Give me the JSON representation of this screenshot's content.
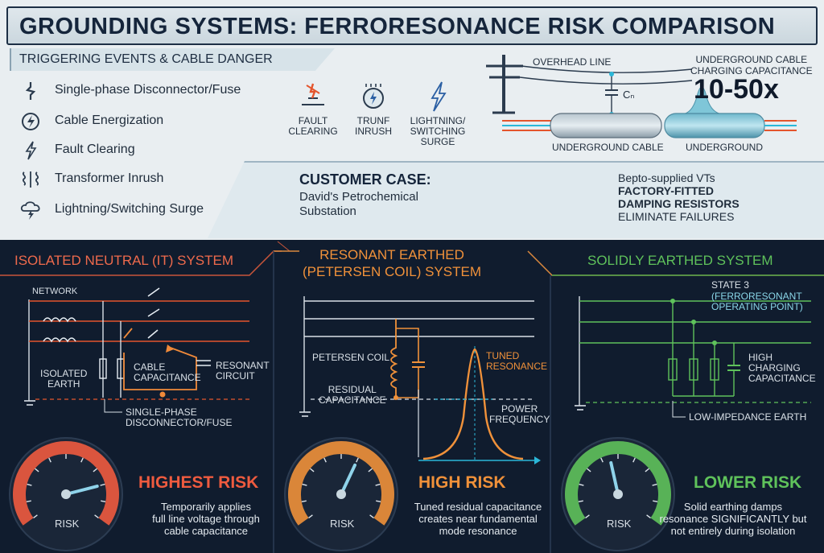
{
  "title": "GROUNDING SYSTEMS: FERRORESONANCE RISK COMPARISON",
  "triggers": {
    "heading": "TRIGGERING EVENTS & CABLE DANGER",
    "items": [
      {
        "label": "Single-phase Disconnector/Fuse",
        "icon": "fuse-icon"
      },
      {
        "label": "Cable Energization",
        "icon": "energize-icon"
      },
      {
        "label": "Fault Clearing",
        "icon": "bolt-icon"
      },
      {
        "label": "Transformer Inrush",
        "icon": "transformer-icon"
      },
      {
        "label": "Lightning/Switching Surge",
        "icon": "storm-icon"
      }
    ],
    "mini": {
      "fault": "FAULT\nCLEARING",
      "inrush": "TRUNF\nINRUSH",
      "surge": "LIGHTNING/\nSWITCHING\nSURGE"
    }
  },
  "cable": {
    "overhead": "OVERHEAD LINE",
    "cn": "Cₙ",
    "ug_cable": "UNDERGROUND CABLE",
    "underground": "UNDERGROUND",
    "charging": "UNDERGROUND CABLE\nCHARGING CAPACITANCE",
    "ratio": "10-50x"
  },
  "customer_case": {
    "title": "CUSTOMER CASE:",
    "subtitle": "David's Petrochemical\nSubstation",
    "vt_line1": "Bepto-supplied VTs",
    "vt_bold": "FACTORY-FITTED\nDAMPING RESISTORS",
    "vt_line3": "ELIMINATE FAILURES"
  },
  "panels": {
    "isolated": {
      "title": "ISOLATED NEUTRAL (IT) SYSTEM",
      "network": "NETWORK",
      "isolated_earth": "ISOLATED\nEARTH",
      "cable_cap": "CABLE\nCAPACITANCE",
      "resonant": "RESONANT\nCIRCUIT",
      "disconnector": "SINGLE-PHASE\nDISCONNECTOR/FUSE",
      "risk": "HIGHEST RISK",
      "desc": "Temporarily applies\nfull line voltage through\ncable capacitance",
      "gauge": "RISK",
      "risk_level": 0.8,
      "color": "#ef5b3f"
    },
    "petersen": {
      "title": "RESONANT EARTHED\n(PETERSEN COIL) SYSTEM",
      "coil": "PETERSEN COIL",
      "residual": "RESIDUAL\nCAPACITANCE",
      "tuned": "TUNED\nRESONANCE",
      "power": "POWER\nFREQUENCY",
      "risk": "HIGH RISK",
      "desc": "Tuned residual capacitance\ncreates near fundamental\nmode resonance",
      "gauge": "RISK",
      "risk_level": 0.6,
      "color": "#f0913a"
    },
    "solid": {
      "title": "SOLIDLY EARTHED SYSTEM",
      "state": "STATE 3",
      "state_sub": "(FERRORESONANT\nOPERATING POINT)",
      "high_cap": "HIGH\nCHARGING\nCAPACITANCE",
      "low_imp": "LOW-IMPEDANCE EARTH",
      "risk": "LOWER RISK",
      "desc": "Solid earthing damps\nresonance SIGNIFICANTLY but\nnot entirely during isolation",
      "gauge": "RISK",
      "risk_level": 0.45,
      "color": "#5fc25b"
    }
  }
}
